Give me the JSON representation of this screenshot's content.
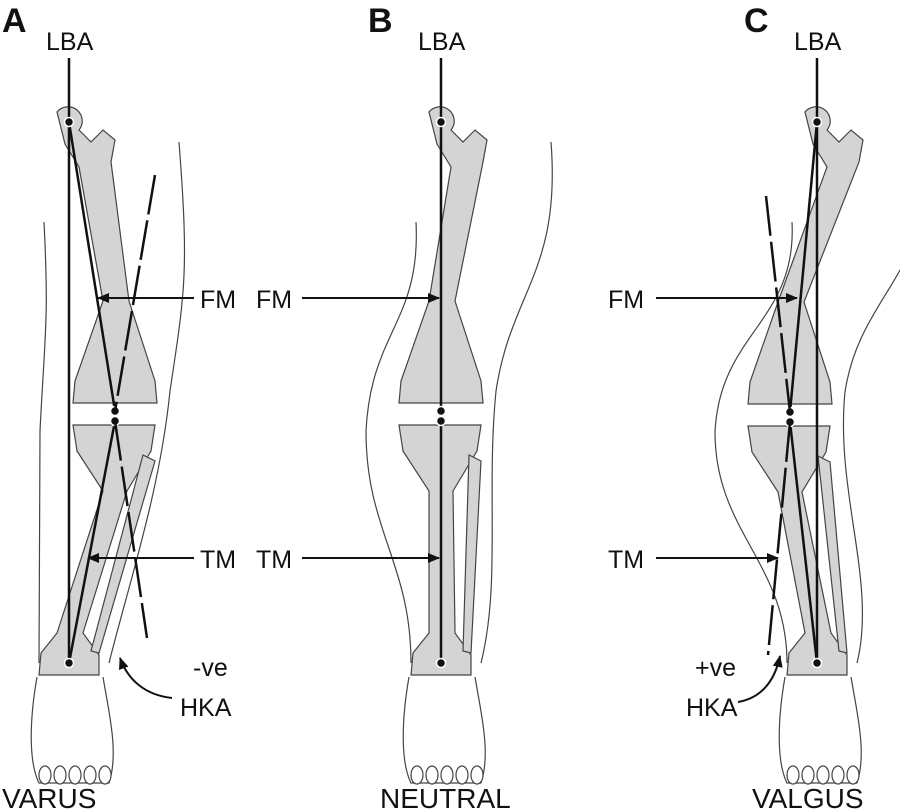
{
  "panels": [
    {
      "letter": "A",
      "axis_label": "LBA",
      "femoral_label": "FM",
      "tibial_label": "TM",
      "hka_sign": "-ve",
      "hka_label": "HKA",
      "alignment": "VARUS"
    },
    {
      "letter": "B",
      "axis_label": "LBA",
      "femoral_label": "FM",
      "tibial_label": "TM",
      "alignment": "NEUTRAL"
    },
    {
      "letter": "C",
      "axis_label": "LBA",
      "femoral_label": "FM",
      "tibial_label": "TM",
      "hka_sign": "+ve",
      "hka_label": "HKA",
      "alignment": "VALGUS"
    }
  ],
  "colors": {
    "bone": "#d4d4d4",
    "line": "#111111",
    "outline": "#444444"
  }
}
